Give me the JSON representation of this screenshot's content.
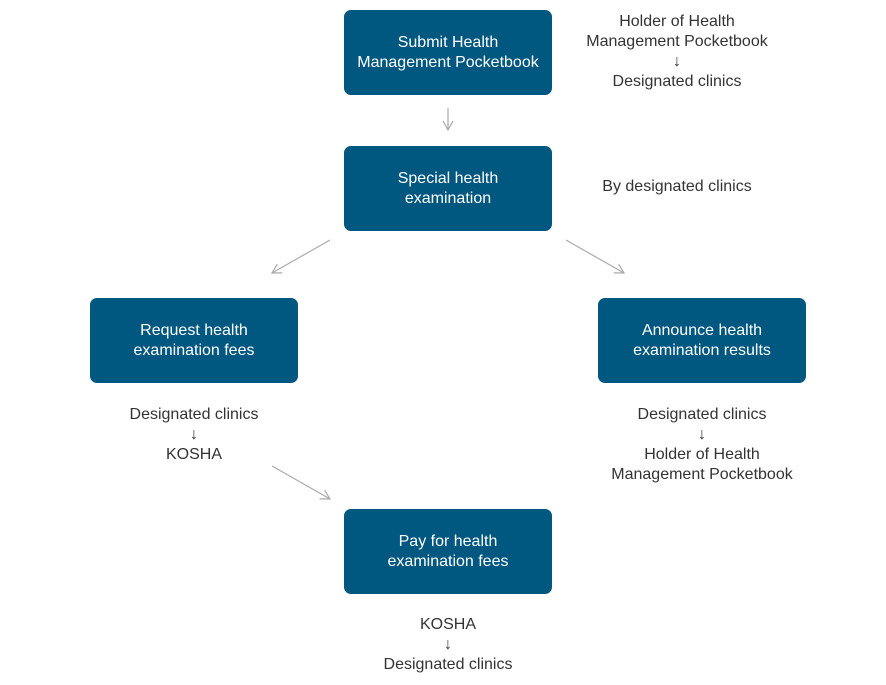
{
  "steps": {
    "submit": "Submit Health\nManagement Pocketbook",
    "exam": "Special health\nexamination",
    "request": "Request health\nexamination fees",
    "announce": "Announce health\nexamination results",
    "pay": "Pay for health\nexamination fees"
  },
  "notes": {
    "submit": {
      "from": "Holder of Health\nManagement Pocketbook",
      "arrow": "↓",
      "to": "Designated clinics"
    },
    "exam": {
      "text": "By designated clinics"
    },
    "request": {
      "from": "Designated clinics",
      "arrow": "↓",
      "to": "KOSHA"
    },
    "announce": {
      "from": "Designated clinics",
      "arrow": "↓",
      "to": "Holder of Health\nManagement Pocketbook"
    },
    "pay": {
      "from": "KOSHA",
      "arrow": "↓",
      "to": "Designated clinics"
    }
  },
  "colors": {
    "box": "#00577f",
    "box_text": "#ffffff",
    "text": "#333333",
    "connector": "#aaaaaa"
  }
}
